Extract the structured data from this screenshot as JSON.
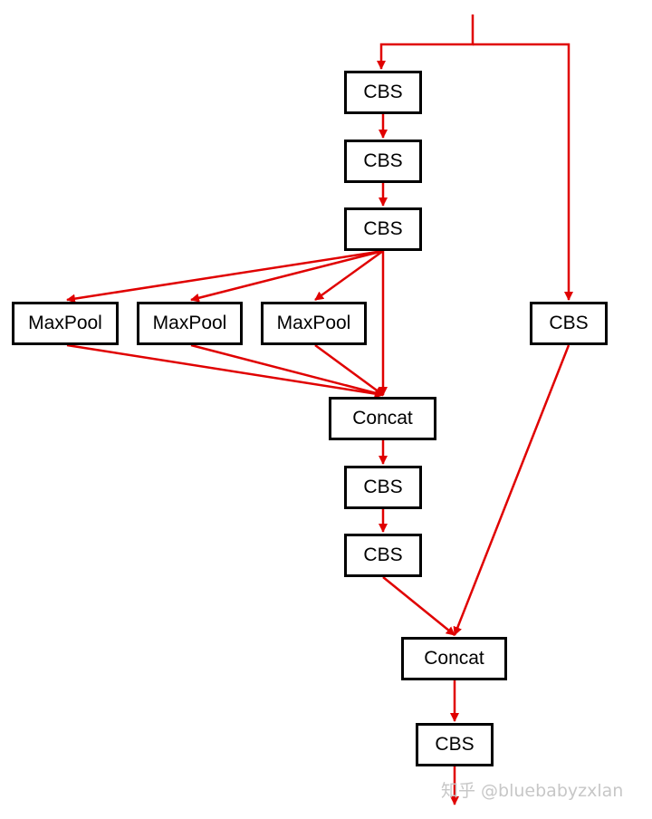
{
  "diagram": {
    "edge_color": "#e00000",
    "nodes": [
      {
        "id": "cbs1",
        "label": "CBS"
      },
      {
        "id": "cbs2",
        "label": "CBS"
      },
      {
        "id": "cbs3",
        "label": "CBS"
      },
      {
        "id": "mp1",
        "label": "MaxPool"
      },
      {
        "id": "mp2",
        "label": "MaxPool"
      },
      {
        "id": "mp3",
        "label": "MaxPool"
      },
      {
        "id": "cbsr",
        "label": "CBS"
      },
      {
        "id": "concat1",
        "label": "Concat"
      },
      {
        "id": "cbs4",
        "label": "CBS"
      },
      {
        "id": "cbs5",
        "label": "CBS"
      },
      {
        "id": "concat2",
        "label": "Concat"
      },
      {
        "id": "cbs6",
        "label": "CBS"
      }
    ],
    "edges": [
      {
        "from": "input",
        "to": "cbs1"
      },
      {
        "from": "input",
        "to": "cbsr"
      },
      {
        "from": "cbs1",
        "to": "cbs2"
      },
      {
        "from": "cbs2",
        "to": "cbs3"
      },
      {
        "from": "cbs3",
        "to": "mp1"
      },
      {
        "from": "cbs3",
        "to": "mp2"
      },
      {
        "from": "cbs3",
        "to": "mp3"
      },
      {
        "from": "cbs3",
        "to": "concat1"
      },
      {
        "from": "mp1",
        "to": "concat1"
      },
      {
        "from": "mp2",
        "to": "concat1"
      },
      {
        "from": "mp3",
        "to": "concat1"
      },
      {
        "from": "concat1",
        "to": "cbs4"
      },
      {
        "from": "cbs4",
        "to": "cbs5"
      },
      {
        "from": "cbs5",
        "to": "concat2"
      },
      {
        "from": "cbsr",
        "to": "concat2"
      },
      {
        "from": "concat2",
        "to": "cbs6"
      },
      {
        "from": "cbs6",
        "to": "output"
      }
    ]
  },
  "watermark": "知乎 @bluebabyzxlan"
}
